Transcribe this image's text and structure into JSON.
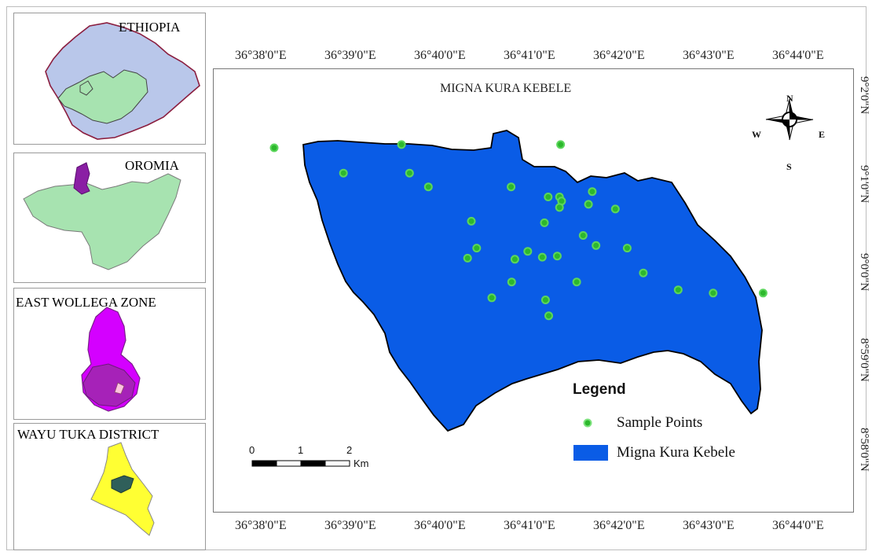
{
  "insets": [
    {
      "title": "ETHIOPIA"
    },
    {
      "title": "OROMIA"
    },
    {
      "title": "EAST WOLLEGA ZONE"
    },
    {
      "title": "WAYU TUKA DISTRICT"
    }
  ],
  "map": {
    "title": "MIGNA KURA KEBELE",
    "x_ticks": [
      "36°38'0\"E",
      "36°39'0\"E",
      "36°40'0\"E",
      "36°41'0\"E",
      "36°42'0\"E",
      "36°43'0\"E",
      "36°44'0\"E"
    ],
    "y_ticks": [
      "9°2'0\"N",
      "9°1'0\"N",
      "9°0'0\"N",
      "8°59'0\"N",
      "8°58'0\"N"
    ],
    "compass": {
      "n": "N",
      "s": "S",
      "e": "E",
      "w": "W"
    },
    "scale_bar": {
      "labels": [
        "0",
        "1",
        "2"
      ],
      "unit": "Km"
    },
    "legend": {
      "title": "Legend",
      "items": [
        {
          "label": "Sample Points",
          "color": "#5cd65c"
        },
        {
          "label": "Migna Kura Kebele",
          "color": "#0a5ce6"
        }
      ]
    },
    "sample_points": [
      {
        "lon": 36.6345,
        "lat": 9.0256
      },
      {
        "lon": 36.6582,
        "lat": 9.0262
      },
      {
        "lon": 36.6878,
        "lat": 9.0262
      },
      {
        "lon": 36.6474,
        "lat": 9.0208
      },
      {
        "lon": 36.6597,
        "lat": 9.0208
      },
      {
        "lon": 36.6632,
        "lat": 9.0182
      },
      {
        "lon": 36.6786,
        "lat": 9.0182
      },
      {
        "lon": 36.6855,
        "lat": 9.0163
      },
      {
        "lon": 36.6876,
        "lat": 9.0163
      },
      {
        "lon": 36.688,
        "lat": 9.0155
      },
      {
        "lon": 36.6876,
        "lat": 9.0143
      },
      {
        "lon": 36.6937,
        "lat": 9.0173
      },
      {
        "lon": 36.693,
        "lat": 9.0149
      },
      {
        "lon": 36.698,
        "lat": 9.014
      },
      {
        "lon": 36.6712,
        "lat": 9.0117
      },
      {
        "lon": 36.6848,
        "lat": 9.0114
      },
      {
        "lon": 36.692,
        "lat": 9.009
      },
      {
        "lon": 36.6722,
        "lat": 9.0066
      },
      {
        "lon": 36.6944,
        "lat": 9.0071
      },
      {
        "lon": 36.7002,
        "lat": 9.0066
      },
      {
        "lon": 36.6817,
        "lat": 9.006
      },
      {
        "lon": 36.6705,
        "lat": 9.0047
      },
      {
        "lon": 36.6793,
        "lat": 9.0045
      },
      {
        "lon": 36.6844,
        "lat": 9.0049
      },
      {
        "lon": 36.6872,
        "lat": 9.0051
      },
      {
        "lon": 36.6908,
        "lat": 9.0002
      },
      {
        "lon": 36.6787,
        "lat": 9.0002
      },
      {
        "lon": 36.7032,
        "lat": 9.0019
      },
      {
        "lon": 36.7097,
        "lat": 8.9987
      },
      {
        "lon": 36.7162,
        "lat": 8.9981
      },
      {
        "lon": 36.7255,
        "lat": 8.9981
      },
      {
        "lon": 36.675,
        "lat": 8.9972
      },
      {
        "lon": 36.685,
        "lat": 8.9968
      },
      {
        "lon": 36.6856,
        "lat": 8.9938
      }
    ]
  }
}
